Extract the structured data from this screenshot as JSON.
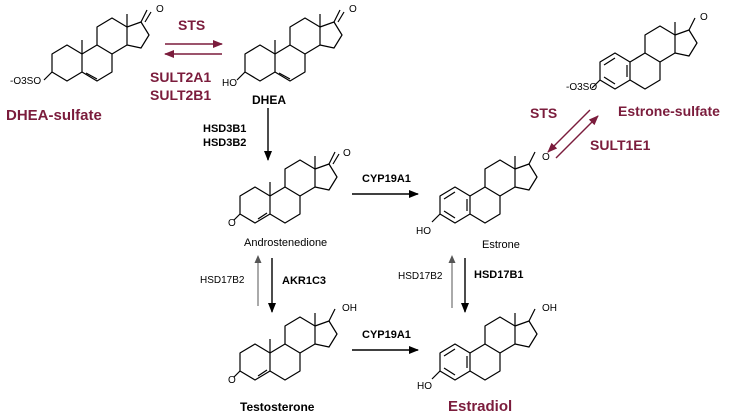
{
  "compounds": {
    "dhea_sulfate": "DHEA-sulfate",
    "dhea": "DHEA",
    "estrone_sulfate": "Estrone-sulfate",
    "androstenedione": "Androstenedione",
    "estrone": "Estrone",
    "testosterone": "Testosterone",
    "estradiol": "Estradiol"
  },
  "enzymes": {
    "sts_top": "STS",
    "sult2a1": "SULT2A1",
    "sult2b1": "SULT2B1",
    "hsd3b1": "HSD3B1",
    "hsd3b2": "HSD3B2",
    "cyp19a1_top": "CYP19A1",
    "cyp19a1_bottom": "CYP19A1",
    "sts_right": "STS",
    "sult1e1": "SULT1E1",
    "hsd17b2_left": "HSD17B2",
    "akr1c3": "AKR1C3",
    "hsd17b2_right": "HSD17B2",
    "hsd17b1": "HSD17B1"
  },
  "atoms": {
    "so3": "-O3SO",
    "ho": "HO",
    "o": "O",
    "oh": "OH"
  },
  "colors": {
    "accent": "#7b1c3c",
    "text": "#000000"
  }
}
